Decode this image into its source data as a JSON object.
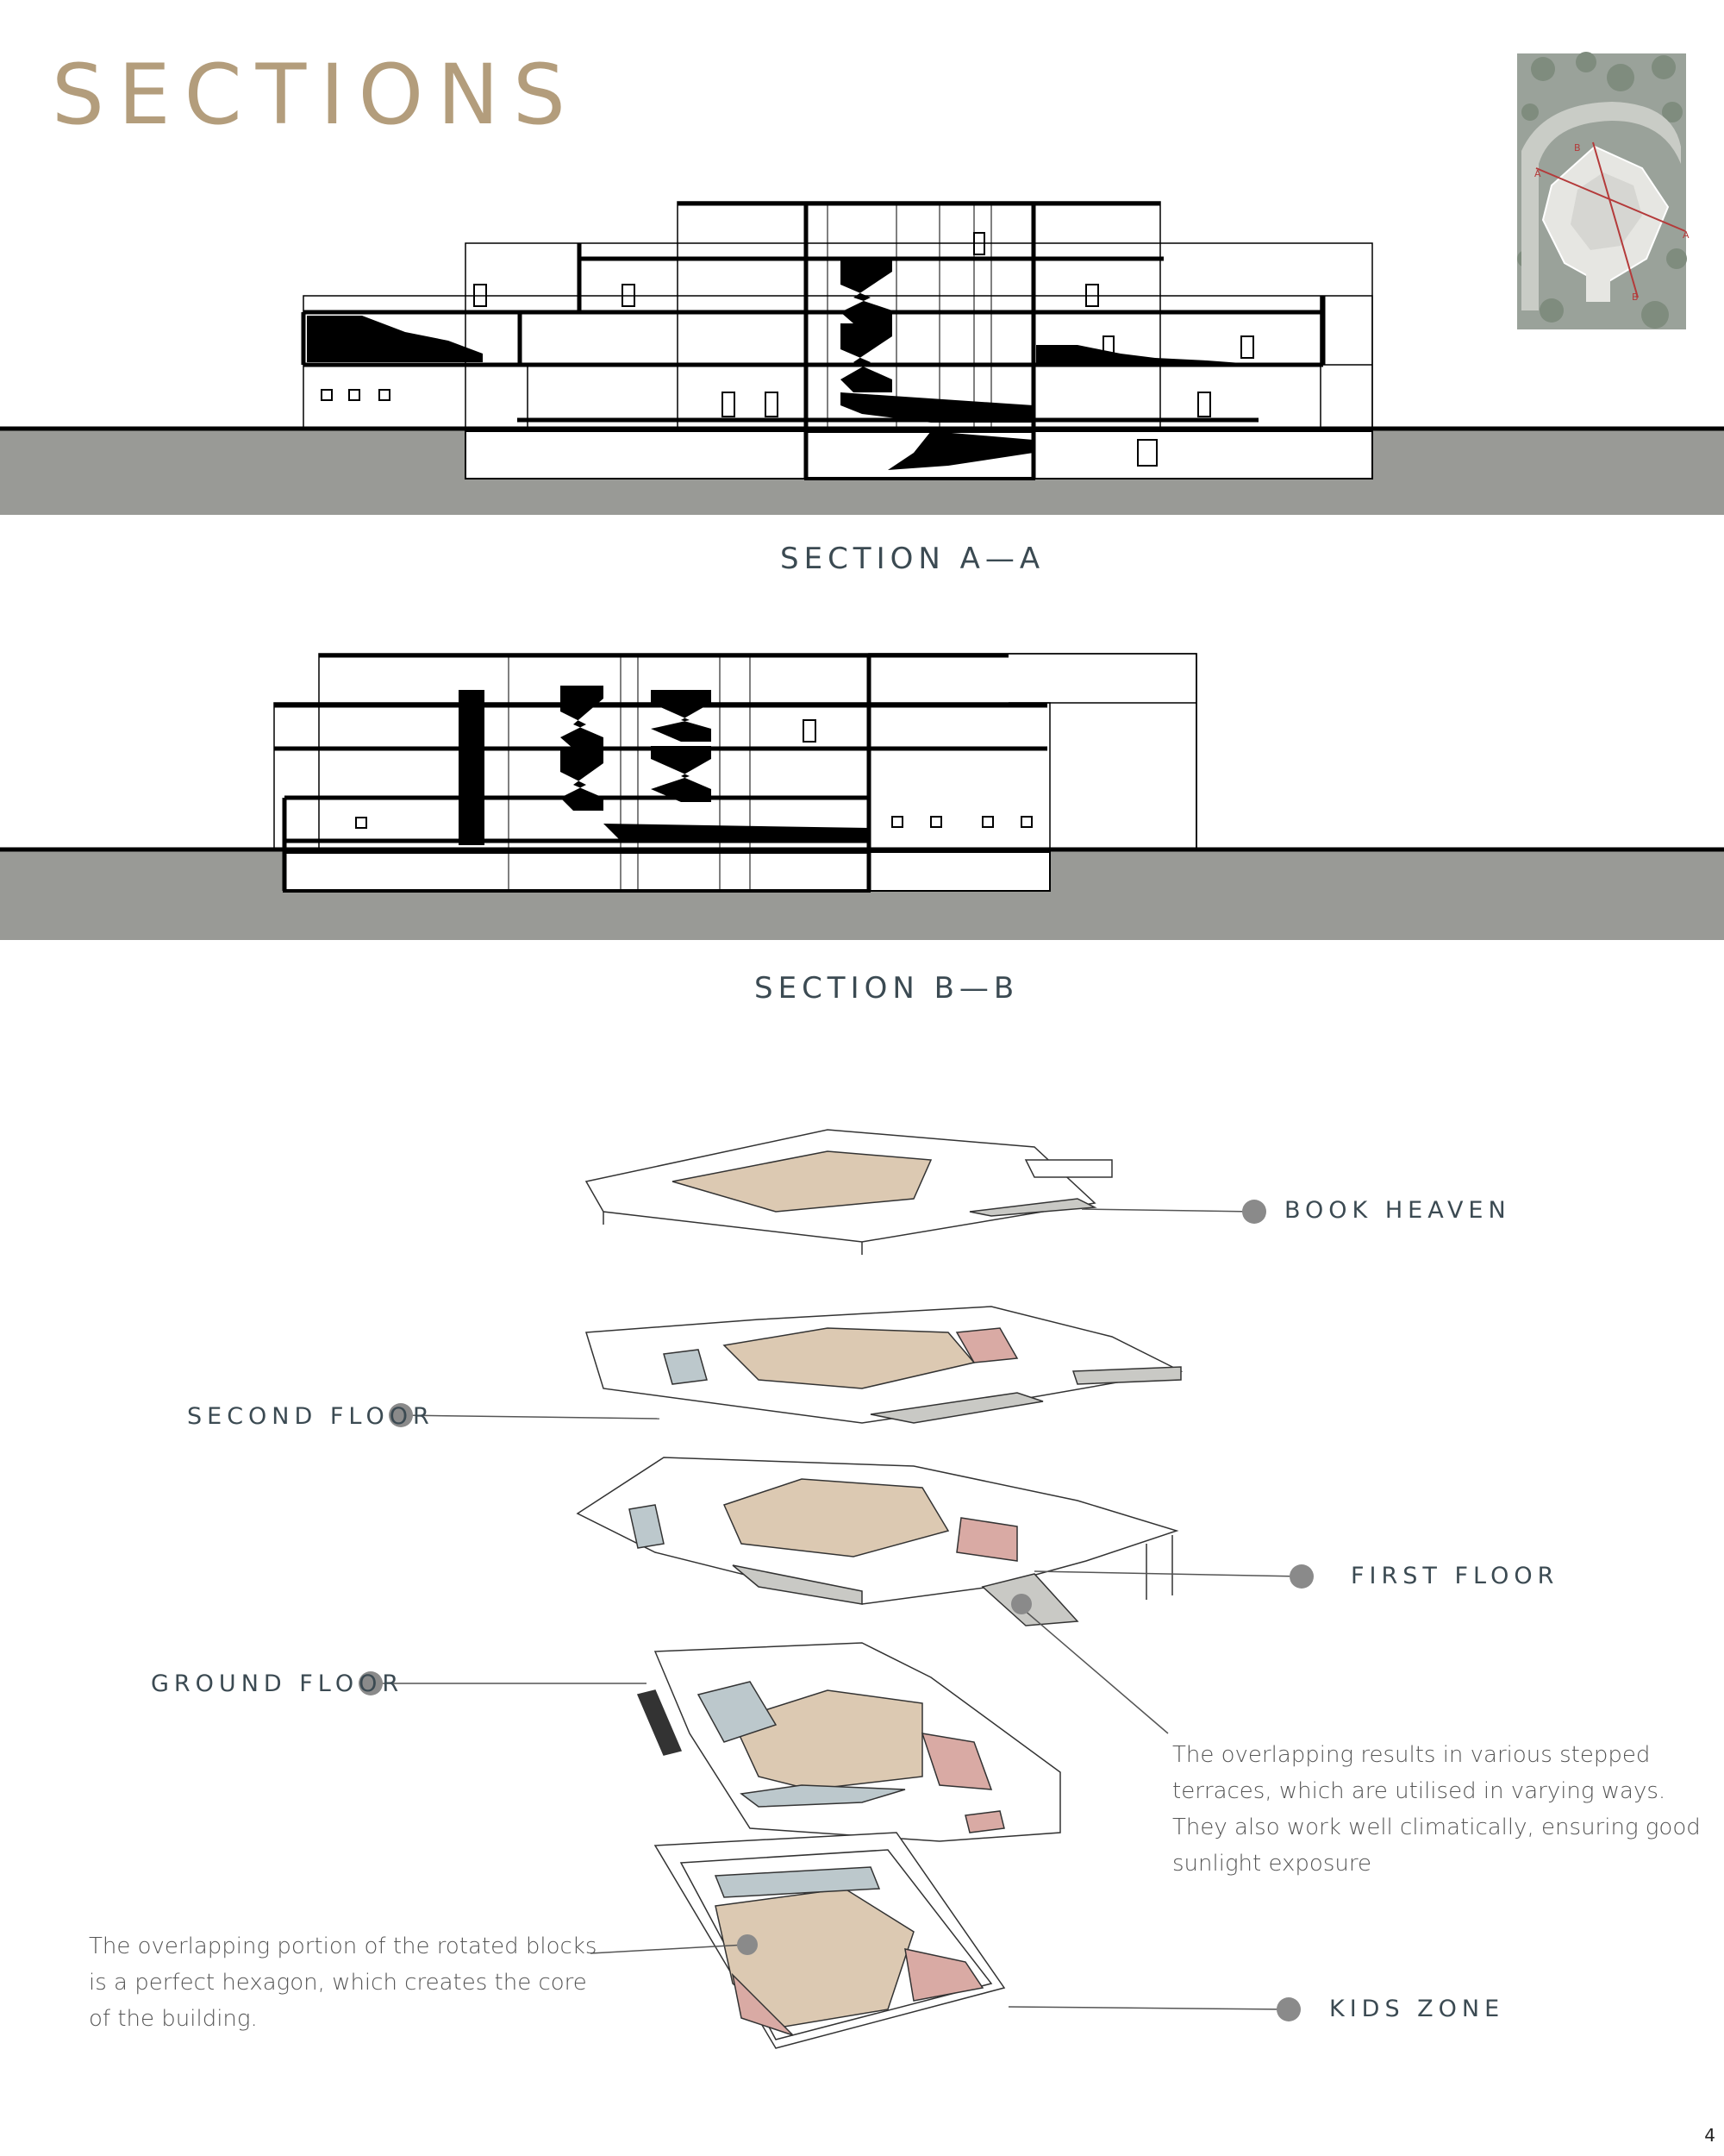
{
  "page": {
    "title": "SECTIONS",
    "page_number": "4"
  },
  "sections": {
    "a_caption": "SECTION A—A",
    "b_caption": "SECTION B—B"
  },
  "key_plan": {
    "markers": [
      "A",
      "A",
      "B",
      "B"
    ]
  },
  "floors": {
    "book_heaven": "BOOK HEAVEN",
    "second_floor": "SECOND FLOOR",
    "first_floor": "FIRST FLOOR",
    "ground_floor": "GROUND FLOOR",
    "kids_zone": "KIDS ZONE"
  },
  "notes": {
    "terraces": [
      "The overlapping results in various stepped",
      "terraces, which are utilised in varying ways.",
      "They also work well climatically, ensuring good",
      "sunlight exposure"
    ],
    "hexagon": [
      "The overlapping portion of the rotated blocks",
      "is a perfect hexagon, which creates the core",
      "of the building."
    ]
  },
  "colors": {
    "title": "#b39d7c",
    "ground": "#999a96",
    "core_beige": "#dcc9b2",
    "terracotta": "#d9aaa4",
    "grey_blue": "#bcc8cc",
    "terrace_grey": "#c9c9c5",
    "text": "#3b4a52",
    "leader_dot": "#8a8a8a",
    "key_plan_bg": "#9aa29a",
    "key_plan_red": "#b43a3a"
  }
}
